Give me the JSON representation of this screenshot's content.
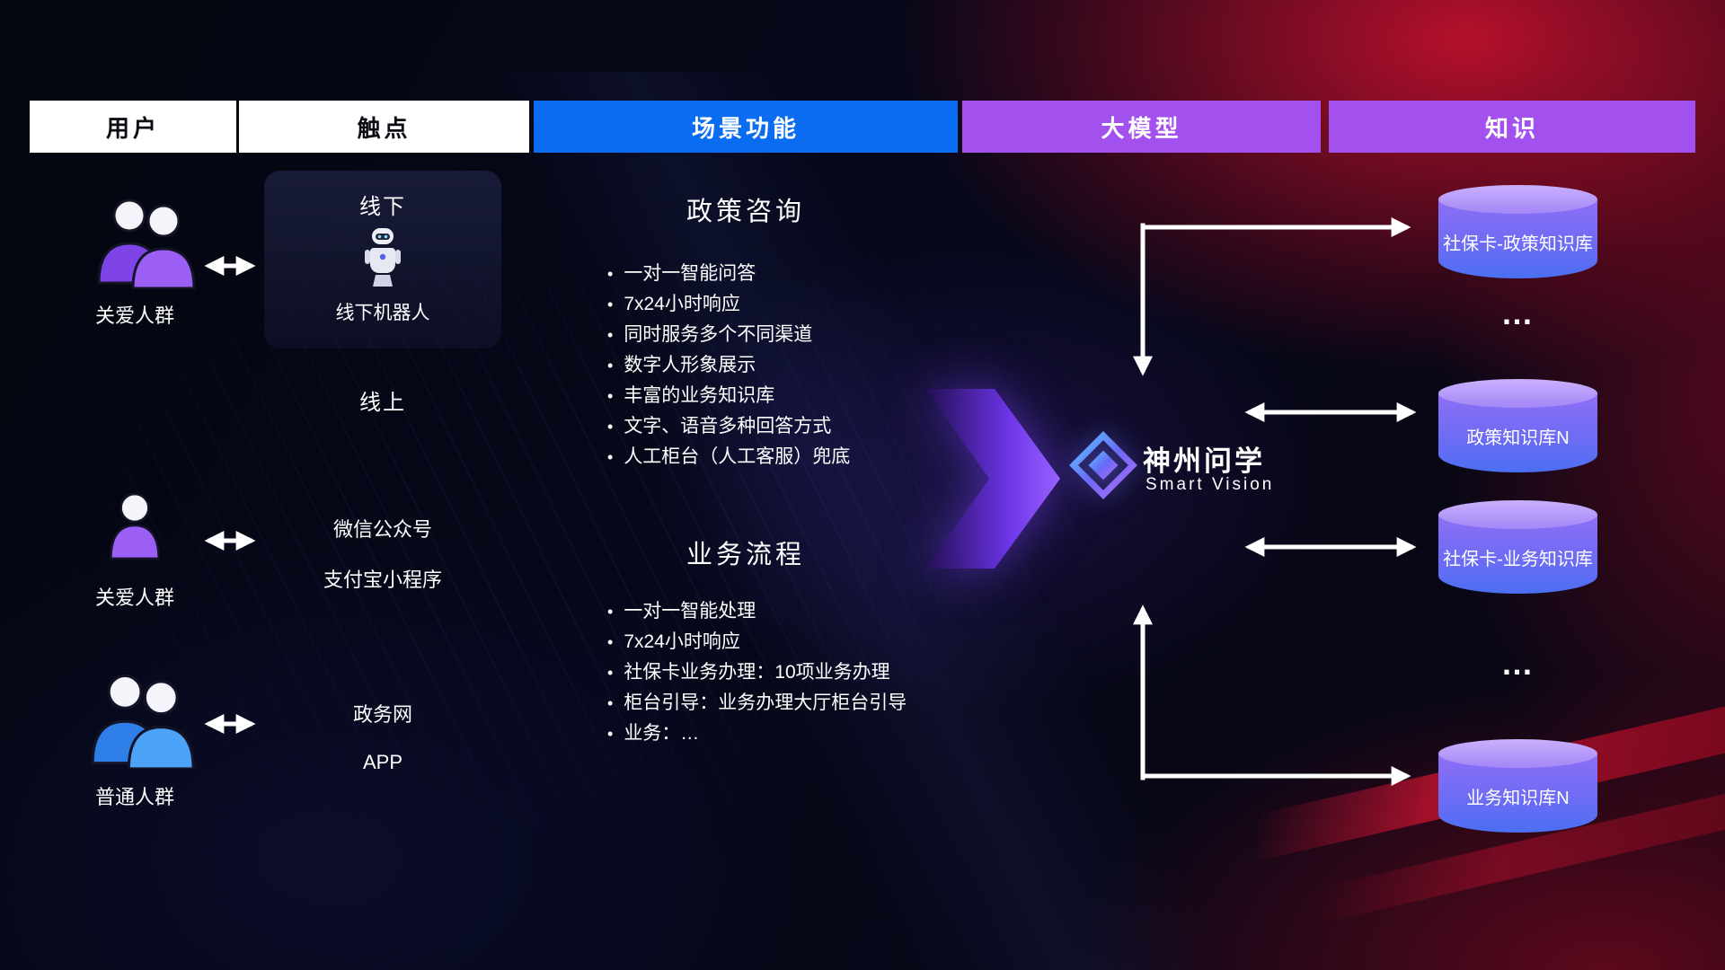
{
  "header": {
    "columns": [
      {
        "label": "用户"
      },
      {
        "label": "触点"
      },
      {
        "label": "场景功能"
      },
      {
        "label": "大模型"
      },
      {
        "label": "知识"
      }
    ]
  },
  "users": [
    {
      "label": "关爱人群",
      "icon": "group-purple"
    },
    {
      "label": "关爱人群",
      "icon": "person-purple"
    },
    {
      "label": "普通人群",
      "icon": "group-blue"
    }
  ],
  "touchpoints": {
    "offline_title": "线下",
    "offline_robot": "线下机器人",
    "online_title": "线上",
    "wechat": "微信公众号",
    "alipay": "支付宝小程序",
    "gov_web": "政务网",
    "app": "APP"
  },
  "scenarios": [
    {
      "title": "政策咨询",
      "items": [
        "一对一智能问答",
        "7x24小时响应",
        "同时服务多个不同渠道",
        "数字人形象展示",
        "丰富的业务知识库",
        "文字、语音多种回答方式",
        "人工柜台（人工客服）兜底"
      ]
    },
    {
      "title": "业务流程",
      "items": [
        "一对一智能处理",
        "7x24小时响应",
        "社保卡业务办理：10项业务办理",
        "柜台引导：业务办理大厅柜台引导",
        "业务：…"
      ]
    }
  ],
  "model": {
    "name": "神州问学",
    "subtitle": "Smart Vision"
  },
  "knowledge": {
    "ellipsis": "…",
    "databases": [
      "社保卡-政策知识库",
      "政策知识库N",
      "社保卡-业务知识库",
      "业务知识库N"
    ]
  },
  "colors": {
    "header_blue": "#0a6cf0",
    "header_purple": "#a251ef",
    "user_purple": "#9b5ff5",
    "user_purple_back": "#7e44e8",
    "user_blue": "#4da3f8",
    "user_blue_back": "#2f7fe8",
    "db_top": "#c9b0fc",
    "db_body_start": "#8f6ef6",
    "db_body_end": "#4b6ff3",
    "big_arrow": "#7c3aed",
    "connector_white": "#ffffff",
    "red_glow": "#c81230"
  }
}
